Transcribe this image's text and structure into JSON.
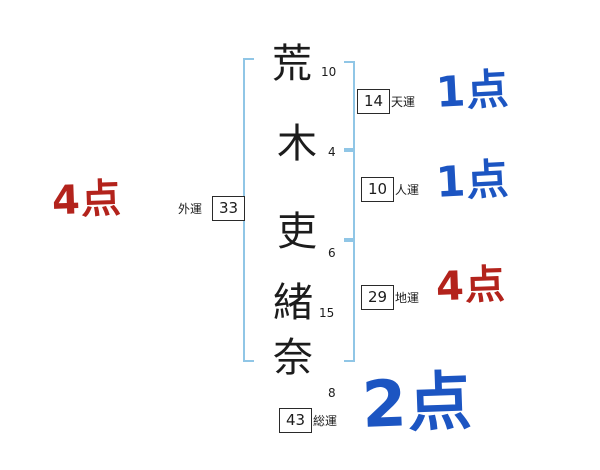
{
  "name_chart": {
    "characters": [
      {
        "char": "荒",
        "strokes": "10"
      },
      {
        "char": "木",
        "strokes": "4"
      },
      {
        "char": "吏",
        "strokes": "6"
      },
      {
        "char": "緒",
        "strokes": "15"
      },
      {
        "char": "奈",
        "strokes": "8"
      }
    ],
    "fortunes": {
      "gai": {
        "label": "外運",
        "value": "33",
        "score": "4点",
        "score_color": "red"
      },
      "ten": {
        "label": "天運",
        "value": "14",
        "score": "1点",
        "score_color": "blue"
      },
      "jin": {
        "label": "人運",
        "value": "10",
        "score": "1点",
        "score_color": "blue"
      },
      "chi": {
        "label": "地運",
        "value": "29",
        "score": "4点",
        "score_color": "red"
      },
      "sou": {
        "label": "総運",
        "value": "43",
        "score": "2点",
        "score_color": "blue"
      }
    },
    "colors": {
      "red": "#b3231c",
      "blue": "#1c55c2",
      "bracket": "#90c6e6",
      "ink": "#1c1c1c"
    }
  }
}
